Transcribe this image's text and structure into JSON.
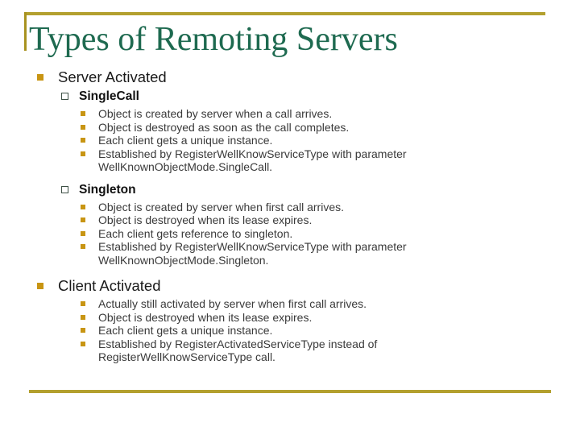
{
  "slide": {
    "title": "Types of Remoting Servers",
    "colors": {
      "title_green": "#1E6A50",
      "rule_gold": "#B3A02F",
      "bullet_gold": "#C89513",
      "hollow_bullet_border": "#3E5146",
      "body_text": "#3a3a3a"
    },
    "sections": [
      {
        "label": "Server Activated",
        "subsections": [
          {
            "label": "SingleCall",
            "items": [
              "Object is created by server when a call arrives.",
              "Object is destroyed as soon as the call completes.",
              "Each client gets a unique instance.",
              "Established by RegisterWellKnowServiceType with parameter WellKnownObjectMode.SingleCall."
            ]
          },
          {
            "label": "Singleton",
            "items": [
              "Object is created by server when first call arrives.",
              "Object is destroyed when its lease expires.",
              "Each client gets reference to singleton.",
              "Established by RegisterWellKnowServiceType with parameter WellKnownObjectMode.Singleton."
            ]
          }
        ]
      },
      {
        "label": "Client Activated",
        "items": [
          "Actually still activated by server when first call arrives.",
          "Object is destroyed when its lease expires.",
          "Each client gets a unique instance.",
          "Established by RegisterActivatedServiceType instead of RegisterWellKnowServiceType call."
        ]
      }
    ]
  }
}
